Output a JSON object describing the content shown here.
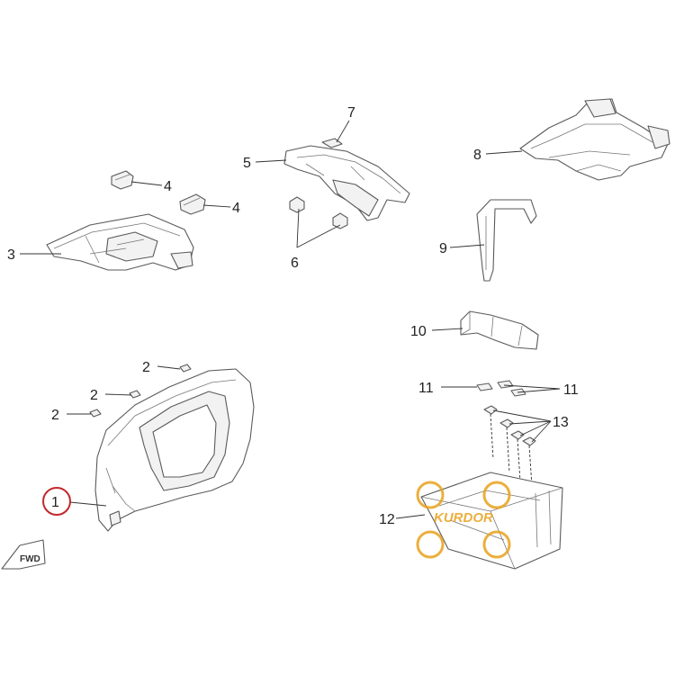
{
  "callouts": {
    "c1": "1",
    "c2": "2",
    "c3": "3",
    "c4": "4",
    "c5": "5",
    "c6": "6",
    "c7": "7",
    "c8": "8",
    "c9": "9",
    "c10": "10",
    "c11": "11",
    "c12": "12",
    "c13": "13"
  },
  "fwd_label": "FWD",
  "watermark": "KURDOR",
  "colors": {
    "highlight_circle": "#c0282d",
    "watermark": "#e8a21c",
    "line_art": "#5a5a5a"
  }
}
